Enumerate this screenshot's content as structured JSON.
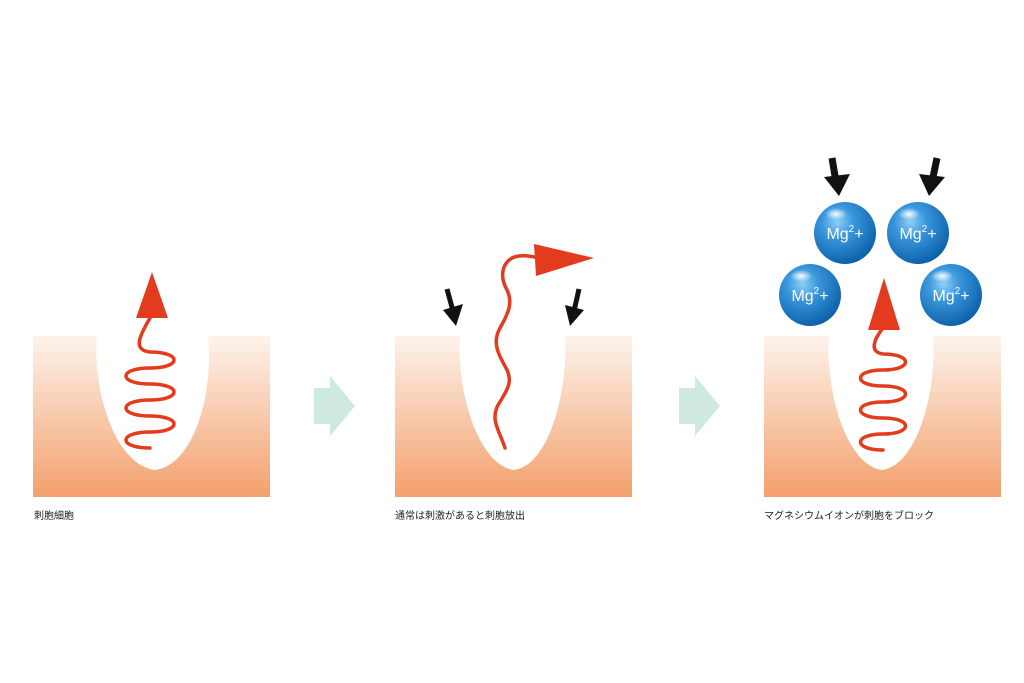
{
  "panels": [
    {
      "id": "resting",
      "caption": "刺胞細胞"
    },
    {
      "id": "stimulated",
      "caption": "通常は刺激があると刺胞放出"
    },
    {
      "id": "blocked",
      "caption": "マグネシウムイオンが刺胞をブロック"
    }
  ],
  "ion": {
    "base": "Mg",
    "superscript": "2",
    "charge": "+"
  },
  "colors": {
    "cell_top": "#fdf3ec",
    "cell_bottom": "#f3a06c",
    "thread": "#e23b1d",
    "step_arrow": "#cfe9e2",
    "push_arrow": "#111111",
    "ion_light": "#5fb2ea",
    "ion_dark": "#0a5fa7"
  }
}
